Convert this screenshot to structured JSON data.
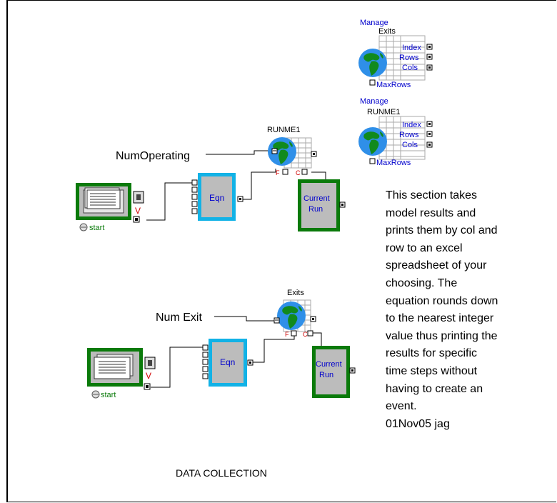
{
  "diagram": {
    "top_flow": {
      "input_label": "NumOperating",
      "node_label": "RUNME1",
      "eqn_label": "Eqn",
      "current_label_1": "Current",
      "current_label_2": "Run",
      "start_label": "start",
      "v_label": "V",
      "f_label": "F",
      "c_label": "C"
    },
    "bottom_flow": {
      "input_label": "Num Exit",
      "node_label": "Exits",
      "eqn_label": "Eqn",
      "current_label_1": "Current",
      "current_label_2": "Run",
      "start_label": "start",
      "v_label": "V",
      "f_label": "F",
      "c_label": "C"
    },
    "manage_exits": {
      "manage_label": "Manage",
      "name_label": "Exits",
      "index_label": "Index",
      "rows_label": "Rows",
      "cols_label": "Cols",
      "maxrows_label": "MaxRows"
    },
    "manage_runme": {
      "manage_label": "Manage",
      "name_label": "RUNME1",
      "index_label": "Index",
      "rows_label": "Rows",
      "cols_label": "Cols",
      "maxrows_label": "MaxRows"
    },
    "description": "This section takes\nmodel results and\nprints them by col and\nrow to an excel\nspreadsheet of your\nchoosing.  The\nequation rounds down\nto the nearest integer\nvalue thus printing the\nresults for specific\ntime steps without\nhaving to create an\nevent.\n01Nov05  jag",
    "title": "DATA COLLECTION"
  },
  "colors": {
    "green_frame": "#0a7a0a",
    "cyan_frame": "#12b2e6",
    "block_gray": "#bcbcbc",
    "link_blue": "#0000cc",
    "globe_blue": "#2f8fe8",
    "globe_green": "#118a1d",
    "red": "#d00000"
  }
}
